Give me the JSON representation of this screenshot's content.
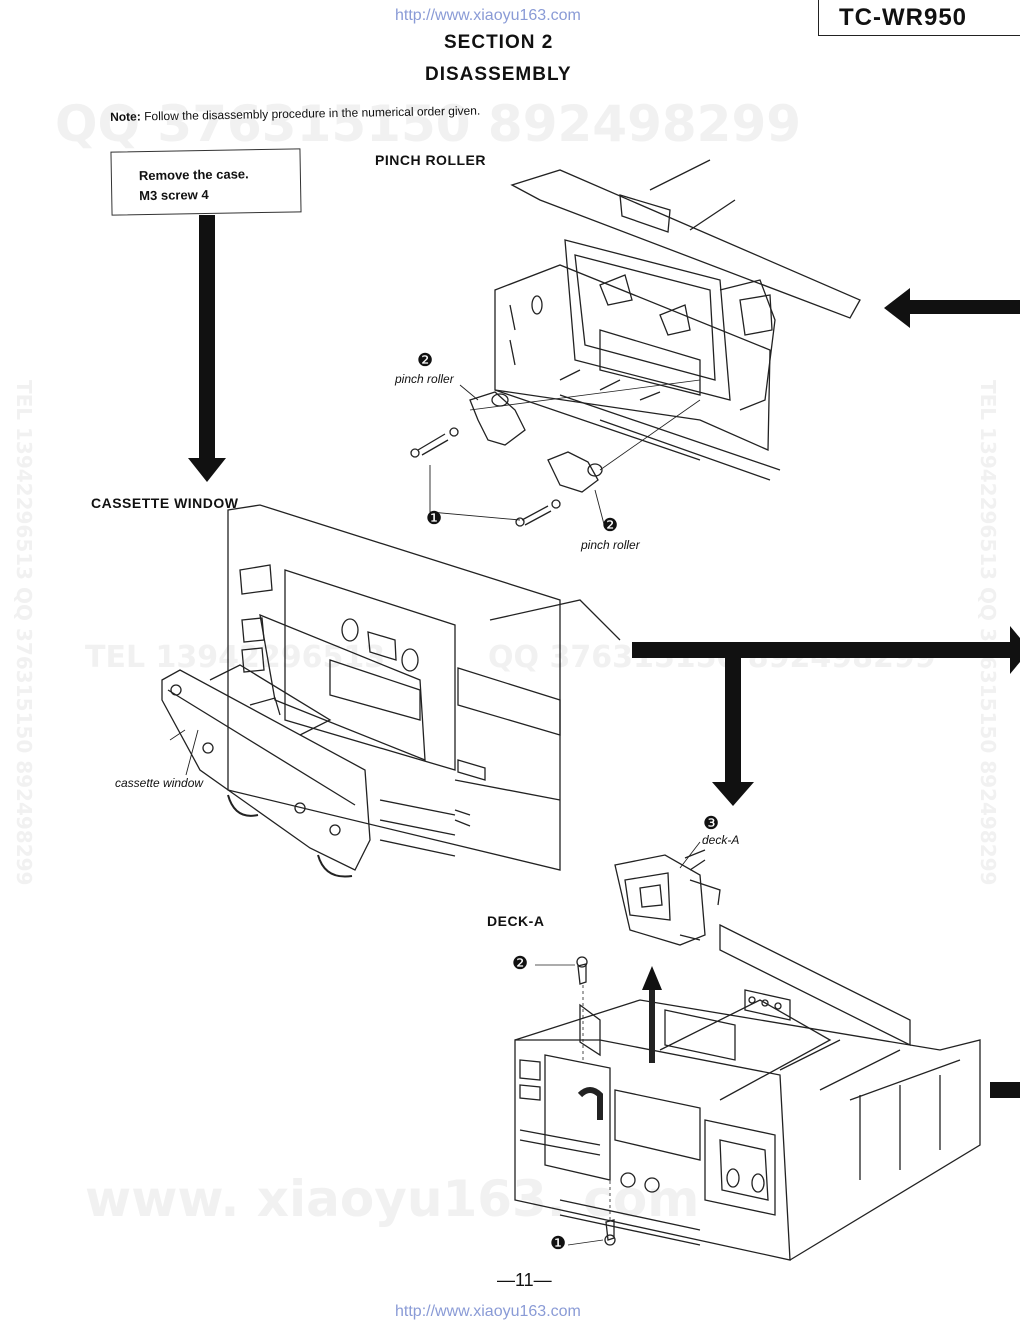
{
  "header": {
    "url_top": "http://www.xiaoyu163.com",
    "model": "TC-WR950",
    "section": "SECTION 2",
    "title": "DISASSEMBLY"
  },
  "note": {
    "label": "Note:",
    "text": "Follow the disassembly procedure in the numerical order given."
  },
  "step_box": {
    "line1": "Remove the case.",
    "line2": "M3 screw 4"
  },
  "pinch_roller": {
    "heading": "PINCH ROLLER",
    "label_top": "pinch roller",
    "label_bottom": "pinch roller",
    "num_1": "❶",
    "num_2a": "❷",
    "num_2b": "❷"
  },
  "cassette_window": {
    "heading": "CASSETTE WINDOW",
    "label": "cassette window"
  },
  "deck_a": {
    "heading": "DECK-A",
    "label": "deck-A",
    "num_3": "❸",
    "num_2": "❷",
    "num_1": "❶"
  },
  "watermarks": {
    "qq_top": "QQ 376315150   892498299",
    "tel_mid": "TEL  13942296513",
    "qq_mid": "QQ 376315150   892498299",
    "www": "www. xiaoyu163. com",
    "side_left": "TEL 13942296513  QQ 376315150  892498299",
    "side_right": "TEL 13942296513  QQ 376315150  892498299"
  },
  "footer": {
    "page": "—11—",
    "url_bottom": "http://www.xiaoyu163.com"
  }
}
